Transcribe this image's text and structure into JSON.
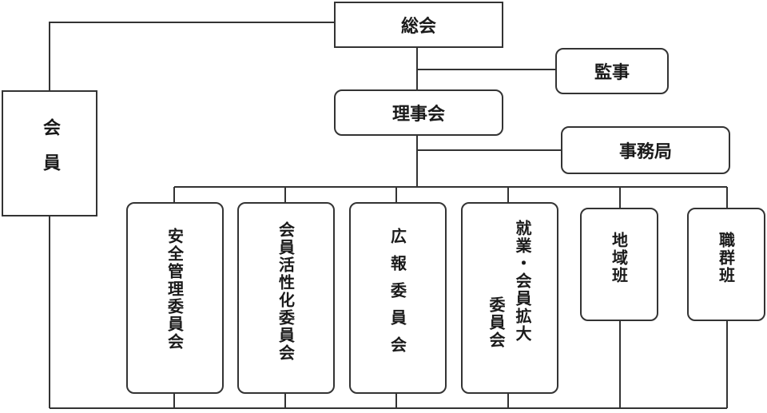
{
  "nodes": {
    "general_assembly": "総会",
    "auditor": "監事",
    "board": "理事会",
    "secretariat": "事務局",
    "members": "会員",
    "safety_committee": "安全管理委員会",
    "activation_committee": "会員活性化委員会",
    "pr_committee": "広報委員会",
    "employment_committee_line1": "就業・会員拡大",
    "employment_committee_line2": "委員会",
    "regional_group": "地域班",
    "occupational_group": "職群班"
  },
  "colors": {
    "line": "#333333",
    "box_border": "#333333",
    "background": "#ffffff"
  }
}
